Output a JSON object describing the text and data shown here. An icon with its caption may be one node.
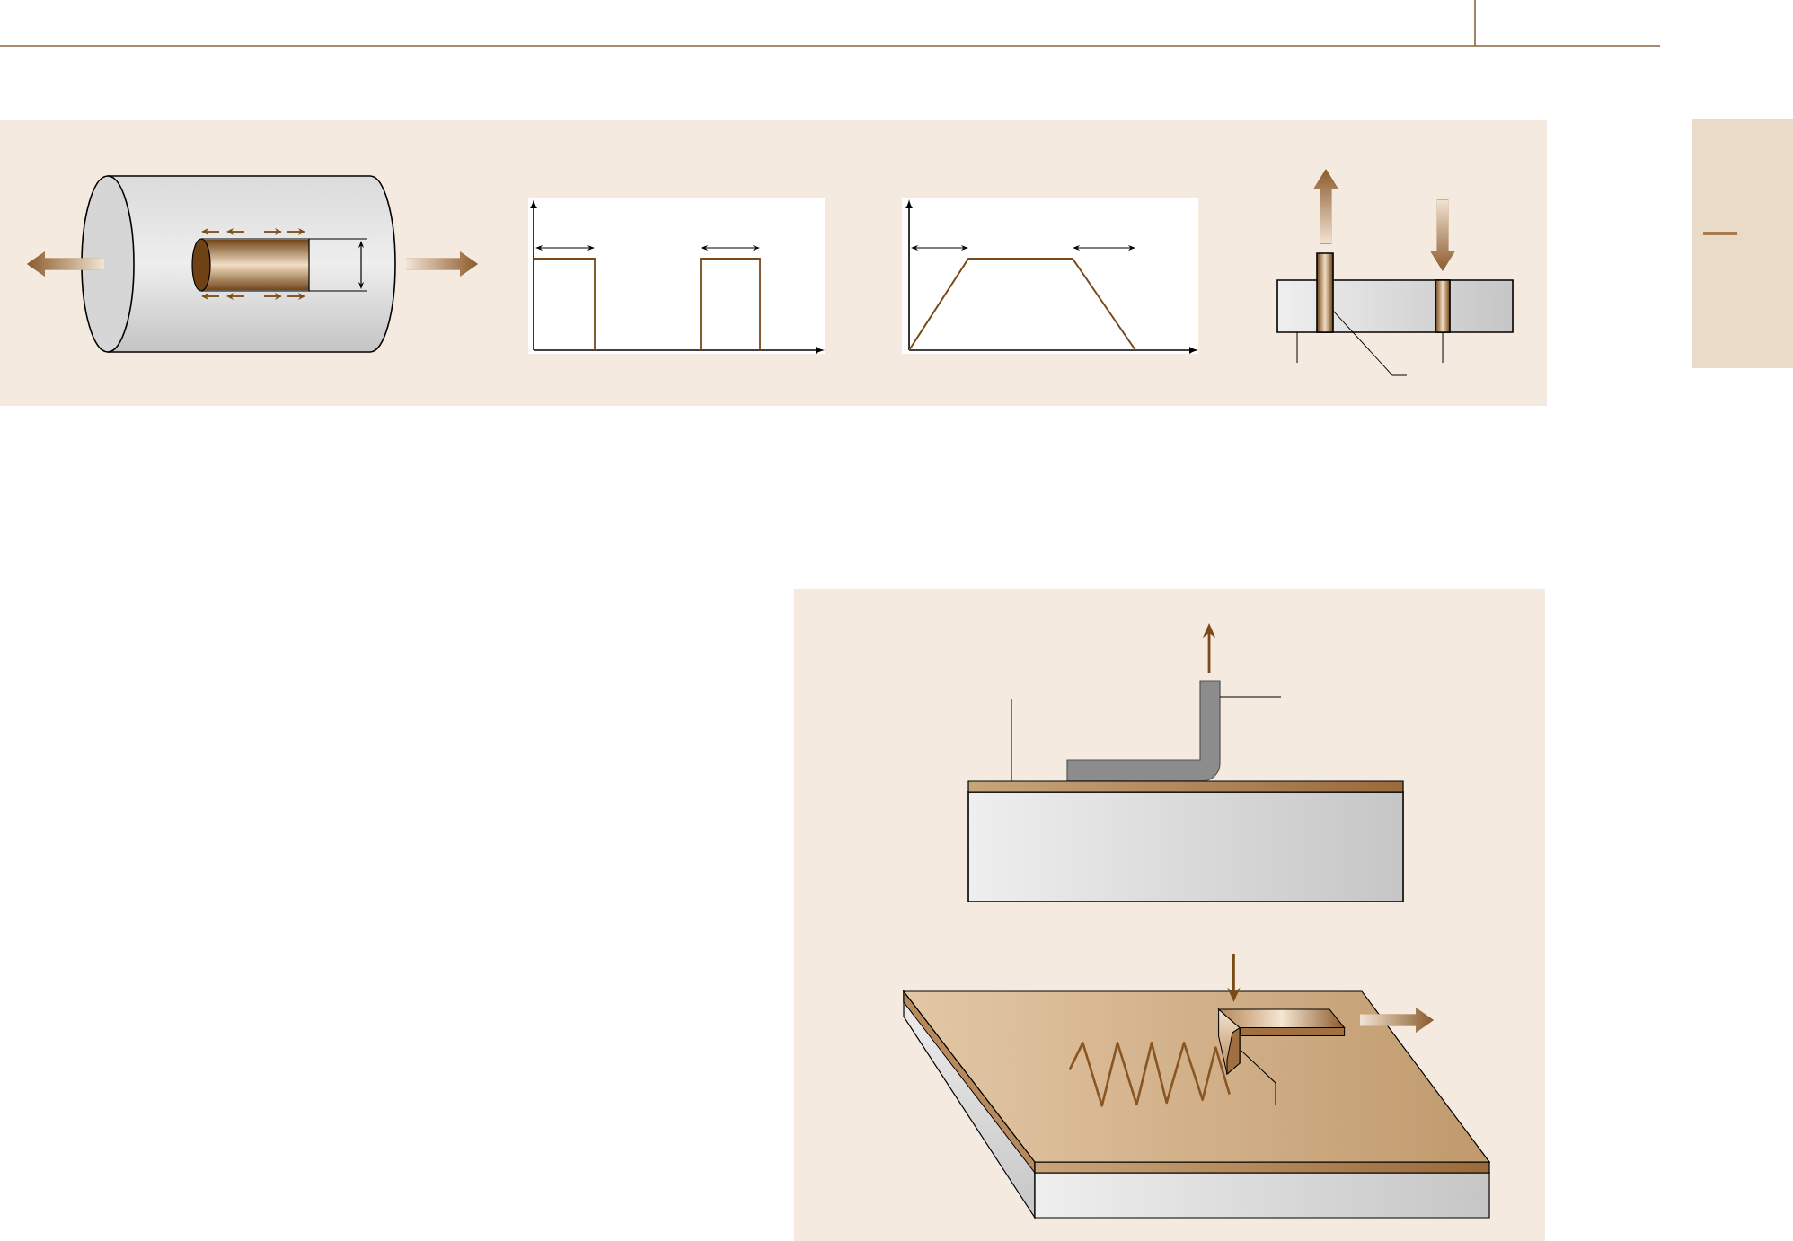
{
  "diagram": {
    "nodes": [
      {
        "text": [],
        "shape": "box"
      },
      {
        "text": [],
        "shape": "bar"
      },
      {
        "text": [],
        "shape": "bar",
        "in": 0
      },
      {
        "text": [],
        "shape": "bar"
      },
      {
        "text": [],
        "shape": "bar"
      },
      {
        "text": [],
        "shape": "bar"
      }
    ],
    "edges": [
      {
        "from": null,
        "to": 0,
        "arrow": "none"
      },
      {
        "from": null,
        "to": 1,
        "arrow": "none"
      },
      {
        "from": null,
        "to": 2,
        "arrow": "none"
      },
      {
        "from": null,
        "to": 3,
        "arrow": "none"
      },
      {
        "from": null,
        "to": 4,
        "arrow": "none"
      },
      {
        "from": null,
        "to": 5,
        "arrow": "none"
      }
    ]
  }
}
